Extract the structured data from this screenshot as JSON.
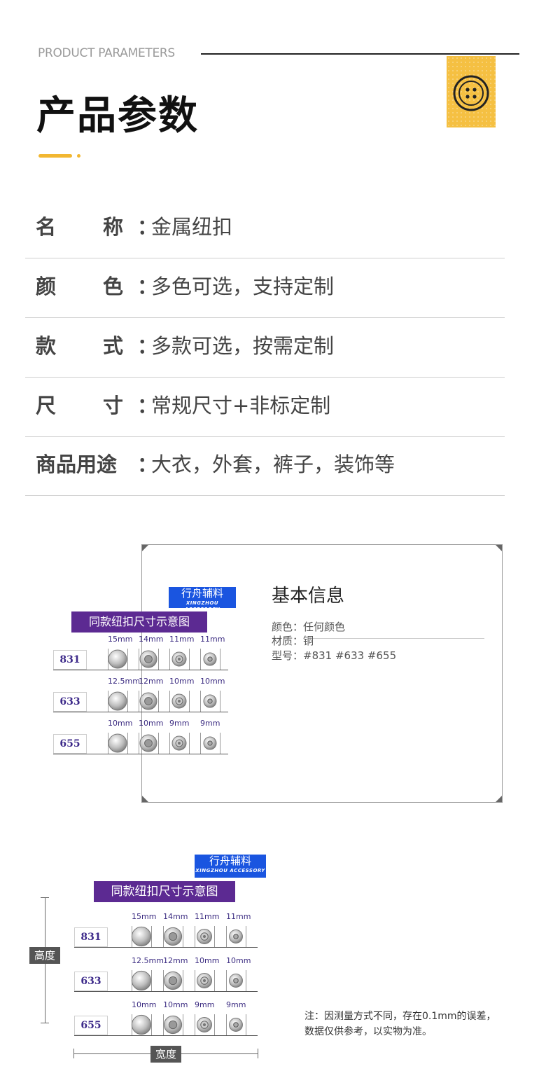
{
  "header": {
    "en_title": "PRODUCT PARAMETERS",
    "cn_title": "产品参数",
    "badge_icon": "button-icon"
  },
  "params": [
    {
      "label": "名称",
      "value": "金属纽扣"
    },
    {
      "label": "颜色",
      "value": "多色可选，支持定制"
    },
    {
      "label": "款式",
      "value": "多款可选，按需定制"
    },
    {
      "label": "尺寸",
      "value": "常规尺寸+非标定制"
    },
    {
      "label": "商品用途",
      "value": "大衣，外套，裤子，装饰等"
    }
  ],
  "colon": "：",
  "info": {
    "title": "基本信息",
    "lines": [
      "颜色：任何颜色",
      "材质：铜",
      "型号：#831 #633 #655"
    ]
  },
  "chart": {
    "brand_cn": "行舟辅料",
    "brand_en": "XINGZHOU ACCESSORY",
    "title": "同款纽扣尺寸示意图",
    "rows": [
      {
        "model": "831",
        "sizes": [
          "15mm",
          "14mm",
          "11mm",
          "11mm"
        ]
      },
      {
        "model": "633",
        "sizes": [
          "12.5mm",
          "12mm",
          "10mm",
          "10mm"
        ]
      },
      {
        "model": "655",
        "sizes": [
          "10mm",
          "10mm",
          "9mm",
          "9mm"
        ]
      }
    ]
  },
  "dimensions": {
    "height_label": "高度",
    "width_label": "宽度"
  },
  "note": {
    "line1": "注：因测量方式不同，存在0.1mm的误差，",
    "line2": "数据仅供参考，以实物为准。"
  },
  "colors": {
    "accent": "#f2b731",
    "brand_blue": "#1a55e0",
    "title_purple": "#5c2a92"
  }
}
